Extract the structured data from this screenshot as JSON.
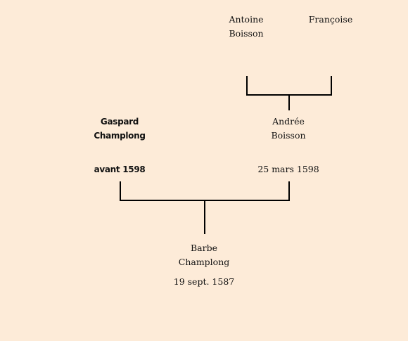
{
  "tree": {
    "grandfather": {
      "first": "Antoine",
      "last": "Boisson"
    },
    "grandmother": {
      "first": "Françoise",
      "last": ""
    },
    "father": {
      "first": "Gaspard",
      "last": "Champlong",
      "date": "avant 1598"
    },
    "mother": {
      "first": "Andrée",
      "last": "Boisson",
      "date": "25 mars 1598"
    },
    "child": {
      "first": "Barbe",
      "last": "Champlong",
      "date": "19 sept. 1587"
    }
  },
  "colors": {
    "background": "#fdebd8",
    "line": "#000000",
    "text": "#111111"
  }
}
